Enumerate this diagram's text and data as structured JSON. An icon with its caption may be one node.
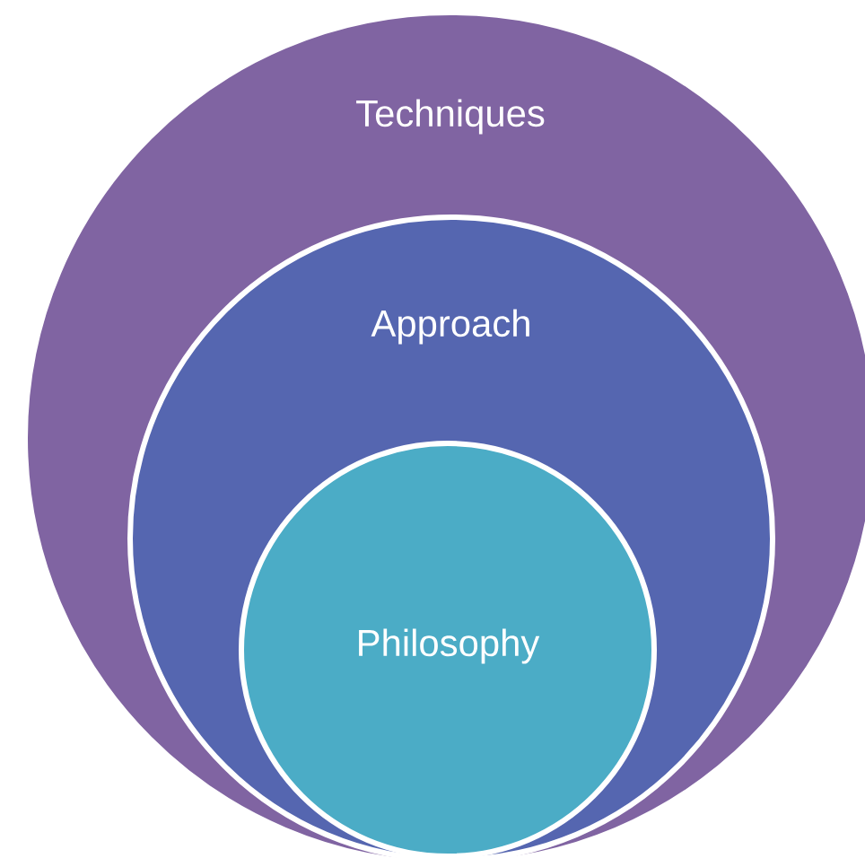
{
  "diagram": {
    "nodes": [
      {
        "text": [
          "Techniques"
        ]
      },
      {
        "text": [
          "Approach"
        ],
        "in": 0
      },
      {
        "text": [
          "Philosophy"
        ],
        "in": 1
      }
    ]
  }
}
